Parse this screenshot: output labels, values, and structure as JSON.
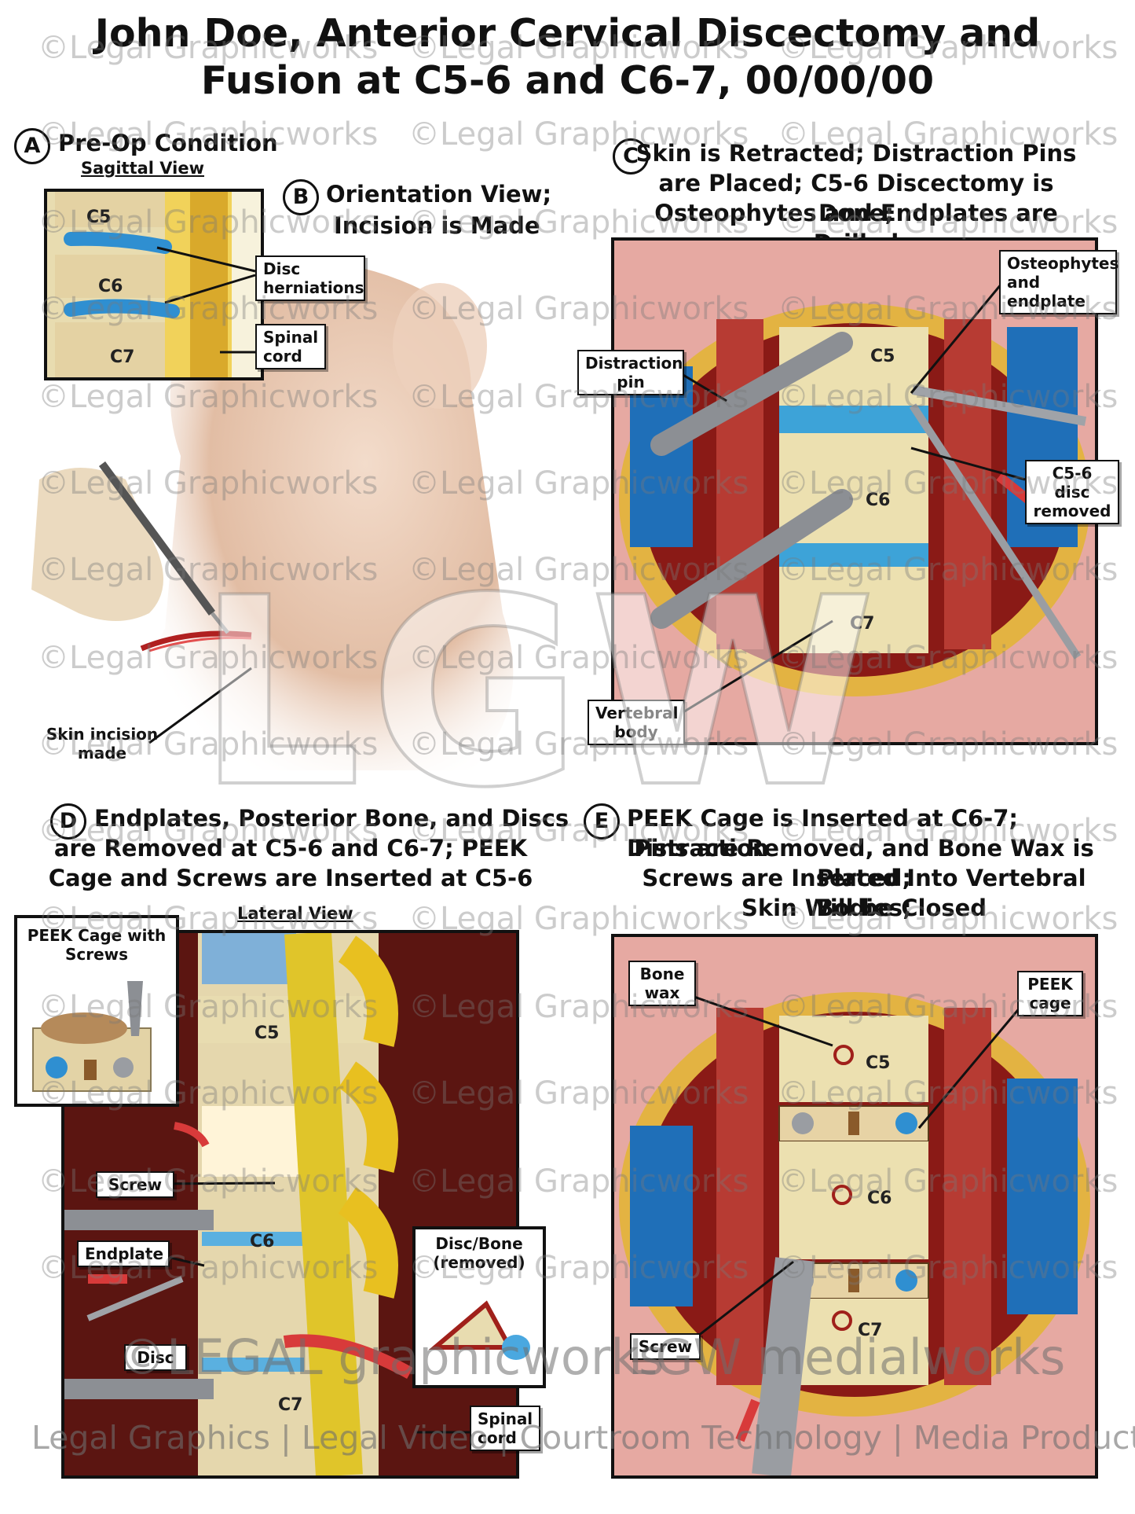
{
  "title": {
    "line1": "John Doe, Anterior Cervical Discectomy and",
    "line2": "Fusion at C5-6 and C6-7, 00/00/00"
  },
  "sections": {
    "a": {
      "letter": "A",
      "title": "Pre-Op Condition",
      "subtitle": "Sagittal View",
      "vertebrae": [
        "C5",
        "C6",
        "C7"
      ],
      "labels": {
        "disc": "Disc herniations",
        "cord": "Spinal cord"
      }
    },
    "b": {
      "letter": "B",
      "title_line1": "Orientation View;",
      "title_line2": "Incision is Made",
      "incision_label": "Skin incision made"
    },
    "c": {
      "letter": "C",
      "title_line1": "Skin is Retracted; Distraction Pins",
      "title_line2": "are Placed; C5-6 Discectomy is Done;",
      "title_line3": "Osteophytes and Endplates are Drilled",
      "labels": {
        "osteo": "Osteophytes and endplate",
        "pin": "Distraction pin",
        "disc": "C5-6 disc removed",
        "body": "Vertebral body"
      },
      "vertebrae": [
        "C5",
        "C6",
        "C7"
      ]
    },
    "d": {
      "letter": "D",
      "title_line1": "Endplates, Posterior Bone, and Discs",
      "title_line2": "are Removed at C5-6 and C6-7; PEEK",
      "title_line3": "Cage and Screws are Inserted at C5-6",
      "subtitle": "Lateral View",
      "labels": {
        "cage": "PEEK Cage with Screws",
        "screw": "Screw",
        "endplate": "Endplate",
        "disc": "Disc",
        "discbone": "Disc/Bone (removed)",
        "cord": "Spinal cord"
      },
      "vertebrae": [
        "C5",
        "C6",
        "C7"
      ]
    },
    "e": {
      "letter": "E",
      "title_line1": "PEEK Cage is Inserted at C6-7; Distraction",
      "title_line2": "Pins are Removed, and Bone Wax is Placed;",
      "title_line3": "Screws are Inserted Into Vertebral Bodies;",
      "title_line4": "Skin Will be Closed",
      "labels": {
        "wax": "Bone wax",
        "cage": "PEEK cage",
        "screw": "Screw"
      },
      "vertebrae": [
        "C5",
        "C6",
        "C7"
      ]
    }
  },
  "watermark": {
    "text": "©Legal Graphicworks",
    "lgw": "LGW",
    "brand_left": "©LEGAL graphicworks",
    "brand_right": "LGW medialworks",
    "tagline": "Legal Graphics | Legal Video | Courtroom Technology | Media Production"
  },
  "colors": {
    "disc_blue": "#2f8fd1",
    "bone": "#e8dcb0",
    "tissue": "#b3413c",
    "retractor": "#1f6fb8",
    "cord_yellow": "#e6c430"
  }
}
